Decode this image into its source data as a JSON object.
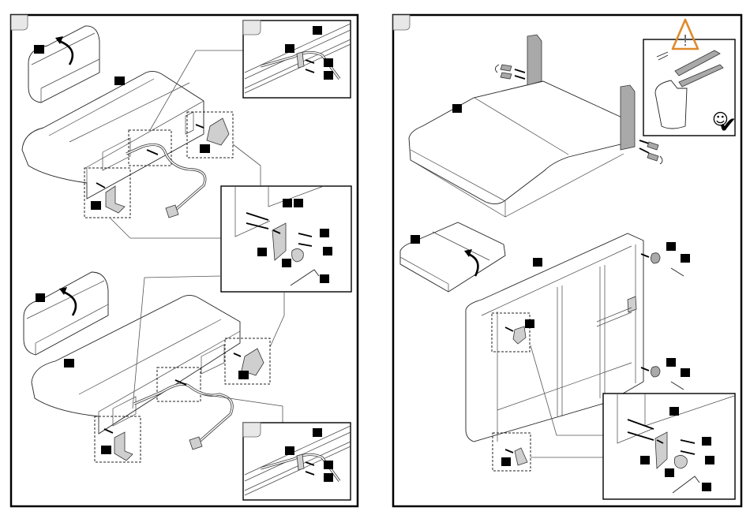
{
  "document": {
    "type": "assembly-instructions",
    "pages": [
      {
        "id": "left",
        "step_tab": "",
        "sections": [
          {
            "id": "top-variant",
            "callouts": [
              "",
              "",
              "",
              ""
            ],
            "inset_top_callouts": [
              "",
              "",
              "",
              ""
            ],
            "inset_bracket_callouts": [
              "",
              "",
              "",
              "",
              "",
              "",
              ""
            ]
          },
          {
            "id": "bottom-variant",
            "callouts": [
              "",
              "",
              "",
              ""
            ],
            "inset_callouts": [
              "",
              "",
              "",
              ""
            ]
          }
        ]
      },
      {
        "id": "right",
        "step_tab": "",
        "callouts_top": [
          ""
        ],
        "callouts_bottom": [
          "",
          "",
          "",
          "",
          "",
          "",
          "",
          ""
        ],
        "inset_bracket_callouts": [
          "",
          "",
          "",
          "",
          "",
          "",
          ""
        ],
        "warning": {
          "icon": "warning-triangle-icon",
          "color": "#e08a2a",
          "symbol": "!",
          "note_icons": [
            "smiley-icon",
            "checkmark-icon"
          ],
          "checkmark": "✔",
          "smiley": "☺"
        }
      }
    ]
  },
  "colors": {
    "border": "#000000",
    "tab_fill": "#e8e8e8",
    "part_grey": "#cfcfcf",
    "warning": "#e08a2a"
  }
}
